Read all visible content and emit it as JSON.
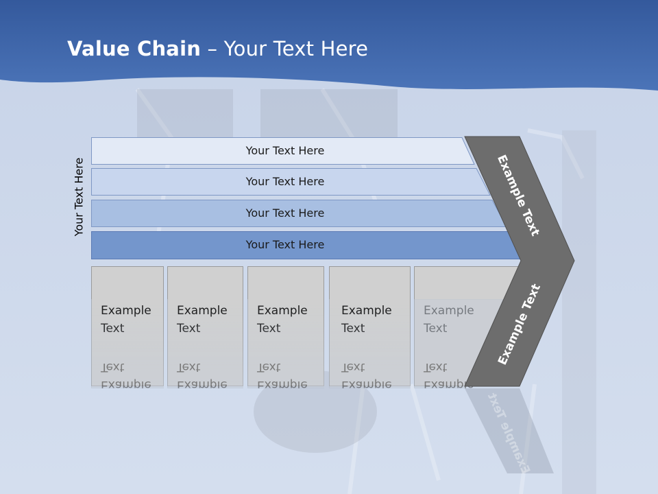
{
  "slide": {
    "title_bold": "Value Chain",
    "title_rest": " – Your Text Here",
    "side_label": "Your Text Here"
  },
  "rows": [
    {
      "label": "Your Text Here",
      "fill": "#e3eaf6"
    },
    {
      "label": "Your Text Here",
      "fill": "#c8d6ee"
    },
    {
      "label": "Your Text Here",
      "fill": "#a8bfe2"
    },
    {
      "label": "Your Text Here",
      "fill": "#7496cc"
    }
  ],
  "boxes": [
    {
      "line1": "Example",
      "line2": "Text"
    },
    {
      "line1": "Example",
      "line2": "Text"
    },
    {
      "line1": "Example",
      "line2": "Text"
    },
    {
      "line1": "Example",
      "line2": "Text"
    },
    {
      "line1": "Example",
      "line2": "Text"
    }
  ],
  "chevron": {
    "upper_text": "Example Text",
    "lower_text": "Example Text",
    "fill": "#6d6d6d"
  },
  "colors": {
    "header": "#3f66a8",
    "box_fill": "#d0d0d0",
    "box_border": "#9a9a9a"
  }
}
